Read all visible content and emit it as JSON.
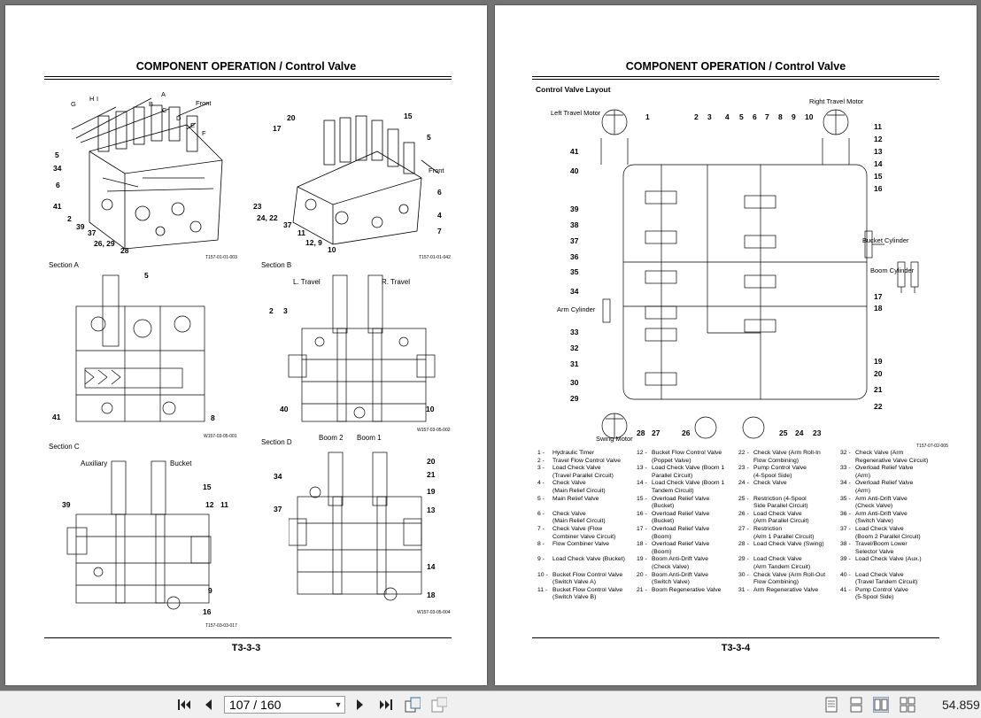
{
  "left_page": {
    "title": "COMPONENT OPERATION / Control Valve",
    "footer": "T3-3-3",
    "top_left_labels": [
      "5",
      "34",
      "6",
      "41",
      "2",
      "39",
      "37",
      "26, 29",
      "28",
      "A",
      "B",
      "C",
      "D",
      "E",
      "F",
      "G",
      "H",
      "I",
      "Front"
    ],
    "code_1": "T157-01-01-003",
    "top_right_labels": [
      "20",
      "17",
      "15",
      "5",
      "Front",
      "6",
      "4",
      "7",
      "23",
      "24, 22",
      "37",
      "11",
      "12, 9",
      "10"
    ],
    "code_2": "T157-01-01-042",
    "section_a": "Section A",
    "section_a_labels": [
      "5",
      "41",
      "8"
    ],
    "code_3": "W157-03-05-001",
    "section_b": "Section B",
    "section_b_sub": [
      "L. Travel",
      "R. Travel"
    ],
    "section_b_labels": [
      "2",
      "3",
      "40",
      "10"
    ],
    "code_4": "W157-03-05-002",
    "section_c": "Section C",
    "section_c_sub": [
      "Auxiliary",
      "Bucket"
    ],
    "section_c_labels": [
      "15",
      "39",
      "12",
      "11",
      "9",
      "16"
    ],
    "code_5": "T157-03-03-017",
    "section_d": "Section D",
    "section_d_sub": [
      "Boom 2",
      "Boom 1"
    ],
    "section_d_labels": [
      "20",
      "34",
      "21",
      "19",
      "37",
      "13",
      "14",
      "18"
    ],
    "code_6": "W157-03-05-004"
  },
  "right_page": {
    "title": "COMPONENT OPERATION / Control Valve",
    "footer": "T3-3-4",
    "subtitle": "Control Valve Layout",
    "labels": {
      "left_travel_motor": "Left Travel Motor",
      "right_travel_motor": "Right Travel Motor",
      "bucket_cylinder": "Bucket Cylinder",
      "boom_cylinder": "Boom Cylinder",
      "arm_cylinder": "Arm Cylinder",
      "swing_motor": "Swing Motor"
    },
    "code": "T157-07-02-005",
    "legend_col1": [
      [
        "1 -",
        "Hydraulic Timer"
      ],
      [
        "2 -",
        "Travel Flow Control Valve"
      ],
      [
        "3 -",
        "Load Check Valve"
      ],
      [
        "",
        "(Travel Parallel Circuit)"
      ],
      [
        "4 -",
        "Check Valve"
      ],
      [
        "",
        "(Main Relief Circuit)"
      ],
      [
        "5 -",
        "Main Relief Valve"
      ],
      [
        "",
        ""
      ],
      [
        "6 -",
        "Check Valve"
      ],
      [
        "",
        "(Main Relief Circuit)"
      ],
      [
        "7 -",
        "Check Valve (Flow"
      ],
      [
        "",
        "Combiner Valve Circuit)"
      ],
      [
        "8 -",
        "Flow Combiner Valve"
      ],
      [
        "",
        ""
      ],
      [
        "9 -",
        "Load Check Valve (Bucket)"
      ],
      [
        "",
        ""
      ],
      [
        "10 -",
        "Bucket Flow Control Valve"
      ],
      [
        "",
        "(Switch Valve A)"
      ],
      [
        "11 -",
        "Bucket Flow Control Valve"
      ],
      [
        "",
        "(Switch Valve B)"
      ]
    ],
    "legend_col2": [
      [
        "12 -",
        "Bucket Flow Control Valve"
      ],
      [
        "",
        "(Poppet Valve)"
      ],
      [
        "13 -",
        "Load Check Valve (Boom 1"
      ],
      [
        "",
        "Parallel Circuit)"
      ],
      [
        "14 -",
        "Load Check Valve (Boom 1"
      ],
      [
        "",
        "Tandem Circuit)"
      ],
      [
        "15 -",
        "Overload Relief Valve"
      ],
      [
        "",
        "(Bucket)"
      ],
      [
        "16 -",
        "Overload Relief Valve"
      ],
      [
        "",
        "(Bucket)"
      ],
      [
        "17 -",
        "Overload Relief Valve"
      ],
      [
        "",
        "(Boom)"
      ],
      [
        "18 -",
        "Overload Relief Valve"
      ],
      [
        "",
        "(Boom)"
      ],
      [
        "19 -",
        "Boom Anti-Drift Valve"
      ],
      [
        "",
        "(Check Valve)"
      ],
      [
        "20 -",
        "Boom Anti-Drift Valve"
      ],
      [
        "",
        "(Switch Valve)"
      ],
      [
        "21 -",
        "Boom Regenerative Valve"
      ]
    ],
    "legend_col3": [
      [
        "22 -",
        "Check Valve (Arm Roll-In"
      ],
      [
        "",
        "Flow Combining)"
      ],
      [
        "23 -",
        "Pump Control Valve"
      ],
      [
        "",
        "(4-Spool Side)"
      ],
      [
        "24 -",
        "Check Valve"
      ],
      [
        "",
        ""
      ],
      [
        "25 -",
        "Restriction (4-Spool"
      ],
      [
        "",
        "Side Parallel Circuit)"
      ],
      [
        "26 -",
        "Load Check Valve"
      ],
      [
        "",
        "(Arm Parallel Circuit)"
      ],
      [
        "27 -",
        "Restriction"
      ],
      [
        "",
        "(Arm 1 Parallel Circuit)"
      ],
      [
        "28 -",
        "Load Check Valve (Swing)"
      ],
      [
        "",
        ""
      ],
      [
        "29 -",
        "Load Check Valve"
      ],
      [
        "",
        "(Arm Tandem Circuit)"
      ],
      [
        "30 -",
        "Check Valve (Arm Roll-Out"
      ],
      [
        "",
        "Flow Combining)"
      ],
      [
        "31 -",
        "Arm Regenerative Valve"
      ]
    ],
    "legend_col4": [
      [
        "32 -",
        "Check Valve (Arm"
      ],
      [
        "",
        "Regenerative Valve Circuit)"
      ],
      [
        "33 -",
        "Overload Relief Valve"
      ],
      [
        "",
        "(Arm)"
      ],
      [
        "34 -",
        "Overload Relief Valve"
      ],
      [
        "",
        "(Arm)"
      ],
      [
        "35 -",
        "Arm Anti-Drift Valve"
      ],
      [
        "",
        "(Check Valve)"
      ],
      [
        "36 -",
        "Arm Anti-Drift Valve"
      ],
      [
        "",
        "(Switch Valve)"
      ],
      [
        "37 -",
        "Load Check Valve"
      ],
      [
        "",
        "(Boom 2 Parallel Circuit)"
      ],
      [
        "38 -",
        "Travel/Boom Lower"
      ],
      [
        "",
        "Selector Valve"
      ],
      [
        "39 -",
        "Load Check Valve (Aux.)"
      ],
      [
        "",
        ""
      ],
      [
        "40 -",
        "Load Check Valve"
      ],
      [
        "",
        "(Travel Tandem Circuit)"
      ],
      [
        "41 -",
        "Pump Control Valve"
      ],
      [
        "",
        "(5-Spool Side)"
      ]
    ],
    "left_callouts": [
      "41",
      "40",
      "39",
      "38",
      "37",
      "36",
      "35",
      "34",
      "33",
      "32",
      "31",
      "30",
      "29"
    ],
    "top_callouts": [
      "1",
      "2",
      "3",
      "4",
      "5",
      "6",
      "7",
      "8",
      "9",
      "10"
    ],
    "right_callouts": [
      "11",
      "12",
      "13",
      "14",
      "15",
      "16",
      "17",
      "18",
      "19",
      "20",
      "21",
      "22"
    ],
    "bottom_callouts": [
      "28",
      "27",
      "26",
      "25",
      "24",
      "23"
    ]
  },
  "toolbar": {
    "page_value": "107 / 160",
    "zoom": "54.859",
    "icons": [
      "first-page-icon",
      "prev-page-icon",
      "next-page-icon",
      "last-page-icon",
      "fit-page-icon",
      "rotate-icon",
      "single-page-icon",
      "continuous-icon",
      "facing-icon",
      "facing-continuous-icon"
    ]
  }
}
